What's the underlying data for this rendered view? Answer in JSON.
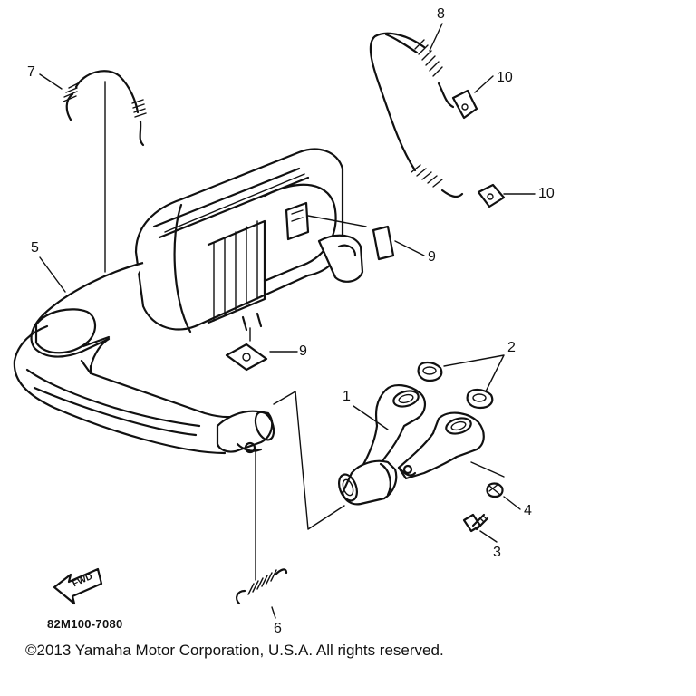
{
  "diagram_code": "82M100-7080",
  "copyright": "©2013 Yamaha Motor Corporation, U.S.A. All rights reserved.",
  "fwd_label": "FWD",
  "callouts": {
    "c1": "1",
    "c2": "2",
    "c3": "3",
    "c4": "4",
    "c5": "5",
    "c6": "6",
    "c7": "7",
    "c8": "8",
    "c9a": "9",
    "c9b": "9",
    "c10a": "10",
    "c10b": "10"
  }
}
